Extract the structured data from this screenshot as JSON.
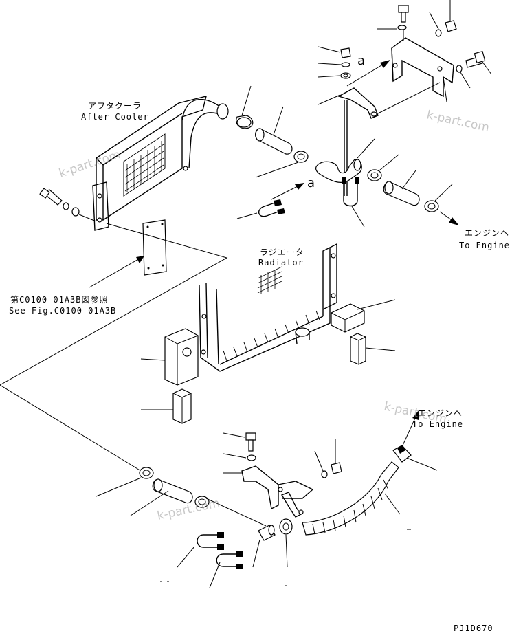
{
  "labels": {
    "after_cooler_jp": "アフタクーラ",
    "after_cooler_en": "After Cooler",
    "radiator_jp": "ラジエータ",
    "radiator_en": "Radiator",
    "to_engine_top_jp": "エンジンへ",
    "to_engine_top_en": "To Engine",
    "to_engine_bottom_jp": "エンジンへ",
    "to_engine_bottom_en": "To Engine",
    "see_fig_jp": "第C0100-01A3B図参照",
    "see_fig_en": "See Fig.C0100-01A3B",
    "callout_a_top": "a",
    "callout_a_mid": "a",
    "drawing_code": "PJ1D670"
  },
  "watermarks": [
    "k-part.com",
    "k-part.com",
    "k-part.com",
    "k-part.com"
  ]
}
